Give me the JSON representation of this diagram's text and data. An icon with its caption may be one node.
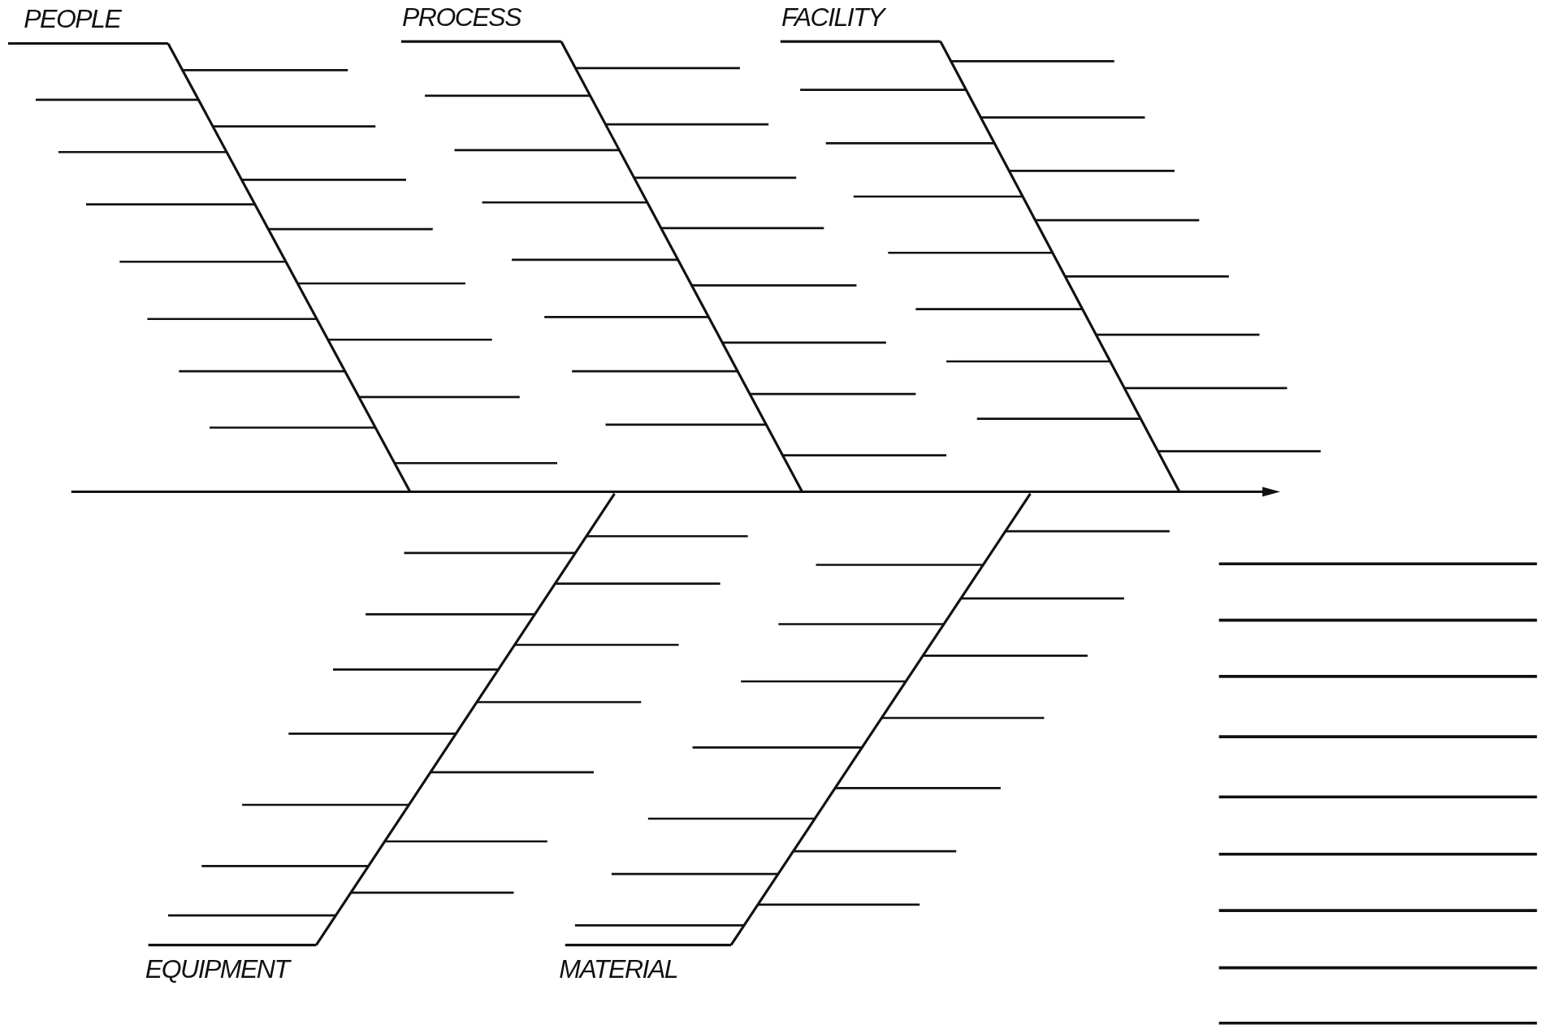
{
  "diagram": {
    "labels": [
      "PEOPLE",
      "PROCESS",
      "FACILITY",
      "EQUIPMENT",
      "MATERIAL"
    ]
  }
}
